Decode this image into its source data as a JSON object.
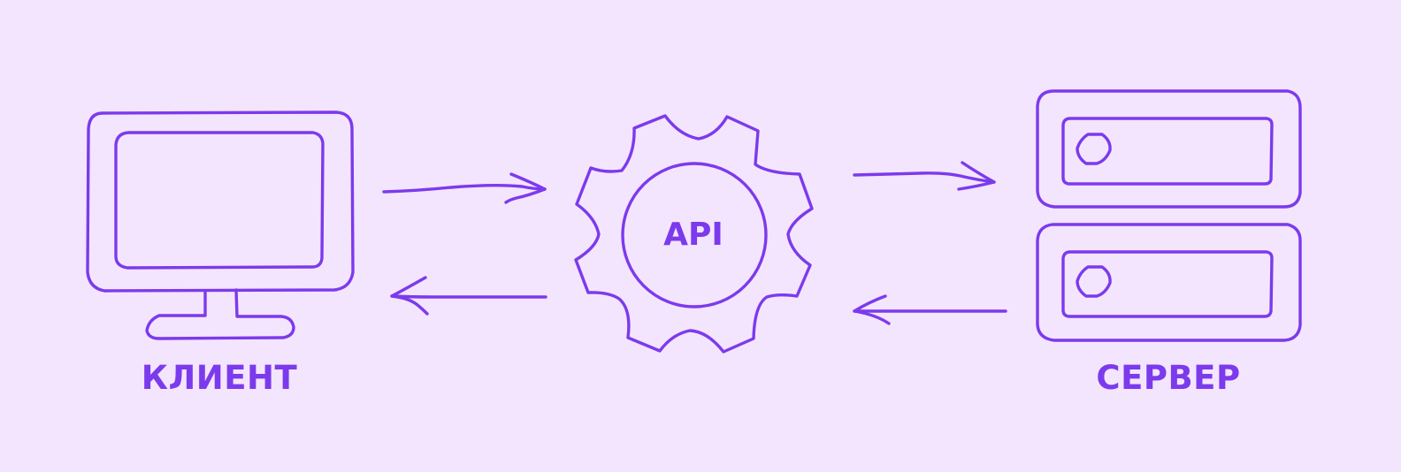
{
  "diagram": {
    "client_label": "КЛИЕНТ",
    "api_label": "API",
    "server_label": "СЕРВЕР"
  },
  "colors": {
    "background": "#f3e5fd",
    "accent": "#7c3aed"
  },
  "icons": [
    "monitor-icon",
    "gear-icon",
    "server-icon"
  ]
}
